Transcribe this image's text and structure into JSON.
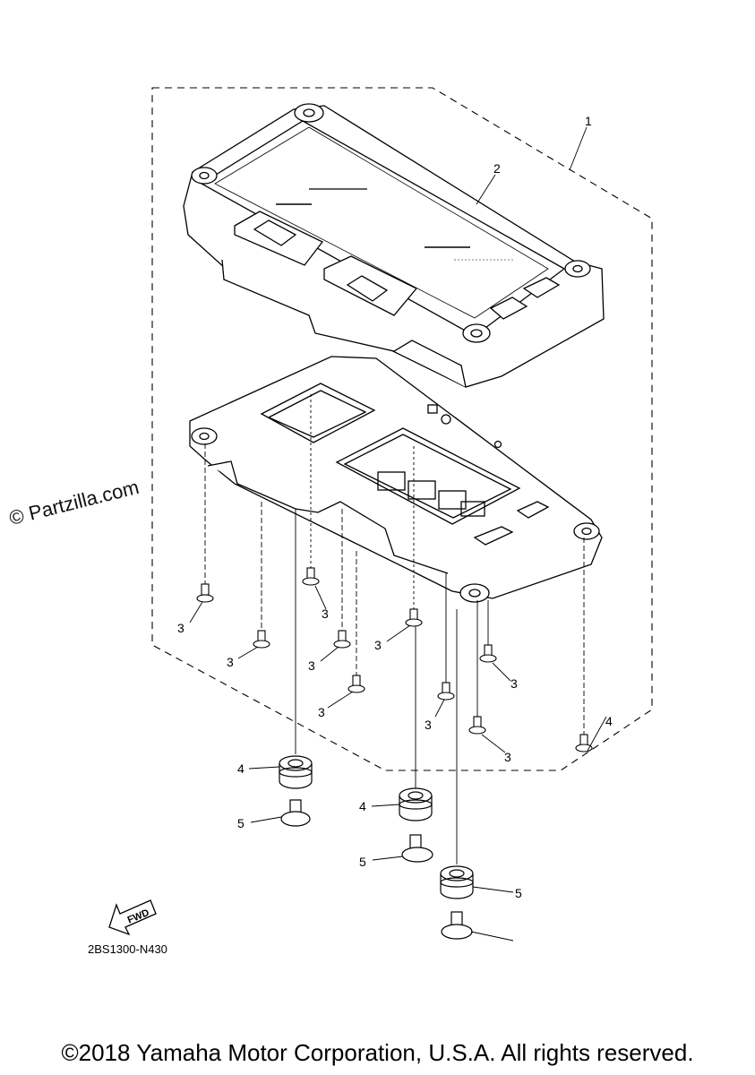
{
  "watermark": "© Partzilla.com",
  "diagram_code": "2BS1300-N430",
  "fwd_label": "FWD",
  "copyright": "©2018 Yamaha Motor Corporation, U.S.A. All rights reserved.",
  "callouts": [
    "1",
    "2",
    "3",
    "3",
    "3",
    "3",
    "3",
    "3",
    "3",
    "3",
    "3",
    "4",
    "4",
    "4",
    "5",
    "5",
    "5"
  ]
}
